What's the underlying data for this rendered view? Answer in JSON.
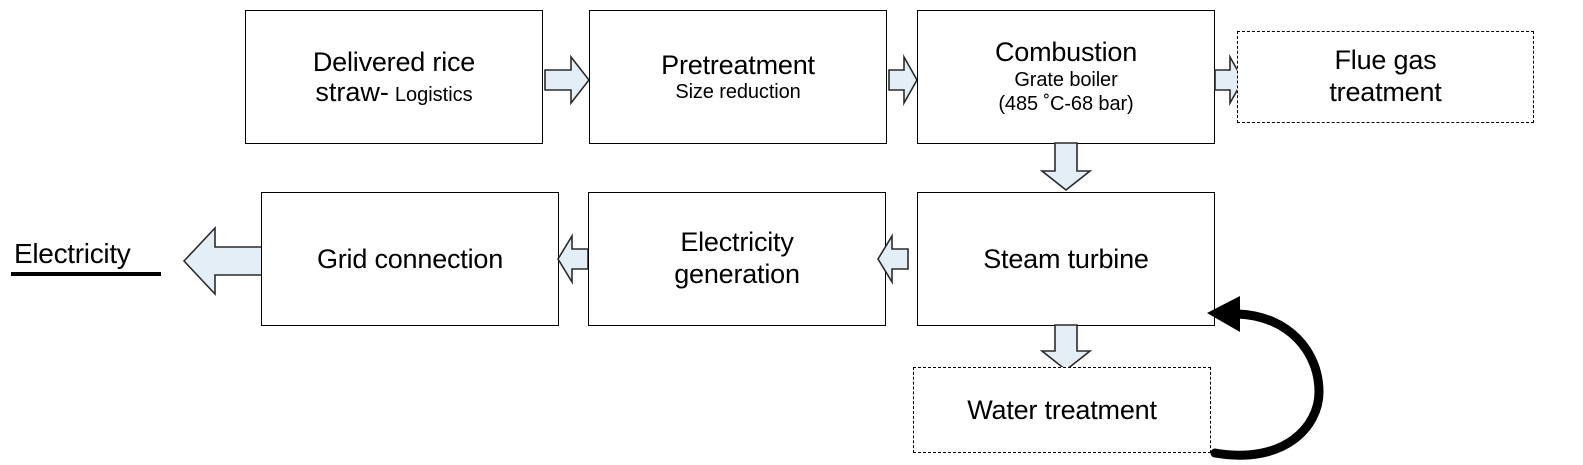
{
  "diagram": {
    "title": "Rice straw to electricity process flow",
    "background": "#ffffff",
    "arrow_fill": "#e4eef7",
    "arrow_stroke": "#2b2b2b",
    "loop_color": "#000000"
  },
  "nodes": {
    "delivered_rice_straw": {
      "title": "Delivered rice",
      "title_line2": "straw-",
      "sub": "Logistics",
      "style": "solid"
    },
    "pretreatment": {
      "title": "Pretreatment",
      "sub": "Size reduction",
      "style": "solid"
    },
    "combustion": {
      "title": "Combustion",
      "sub": "Grate boiler",
      "sub2": "(485 ˚C-68 bar)",
      "style": "solid"
    },
    "flue_gas_treatment": {
      "title": "Flue gas\ntreatment",
      "style": "dashed"
    },
    "steam_turbine": {
      "title": "Steam turbine",
      "style": "solid"
    },
    "electricity_generation": {
      "title": "Electricity\ngeneration",
      "style": "solid"
    },
    "grid_connection": {
      "title": "Grid connection",
      "style": "solid"
    },
    "water_treatment": {
      "title": "Water treatment",
      "style": "dashed"
    }
  },
  "terminals": {
    "electricity": "Electricity"
  },
  "connectors": {
    "straw_to_pretreatment": "arrow-right",
    "pretreatment_to_combustion": "arrow-right",
    "combustion_to_flue_gas": "arrow-right",
    "combustion_to_steam_turbine": "arrow-down",
    "steam_turbine_to_electricity_generation": "arrow-left",
    "electricity_generation_to_grid": "arrow-left",
    "grid_to_electricity": "arrow-left-large",
    "steam_turbine_to_water_treatment": "arrow-down",
    "water_treatment_to_steam_turbine": "loop-arrow-curved"
  }
}
